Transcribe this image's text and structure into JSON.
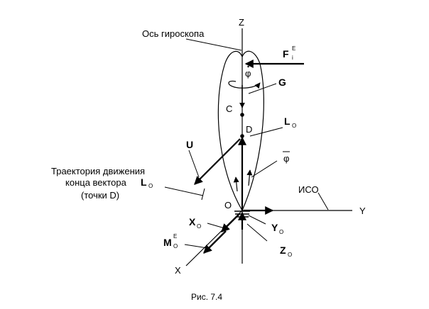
{
  "labels": {
    "axis_z": "Z",
    "axis_y": "Y",
    "axis_x": "X",
    "gyro_axis": "Ось гироскопа",
    "force": "F",
    "force_sup": "E",
    "force_sub": "i",
    "phi_dot": "φ",
    "g": "G",
    "c": "C",
    "d": "D",
    "l": "L",
    "l_sub": "O",
    "phi_bar": "φ",
    "u": "U",
    "traj_1": "Траектория движения",
    "traj_2": "конца вектора",
    "traj_l": "L",
    "traj_l_sub": "O",
    "traj_3": "(точки D)",
    "o": "O",
    "iso": "ИСО",
    "x0": "X",
    "x0_sub": "O",
    "y0": "Y",
    "y0_sub": "O",
    "z0": "Z",
    "z0_sub": "O",
    "m": "M",
    "m_sub": "O",
    "m_sup": "E",
    "caption": "Рис. 7.4"
  },
  "colors": {
    "stroke": "#000000",
    "background": "#ffffff"
  }
}
